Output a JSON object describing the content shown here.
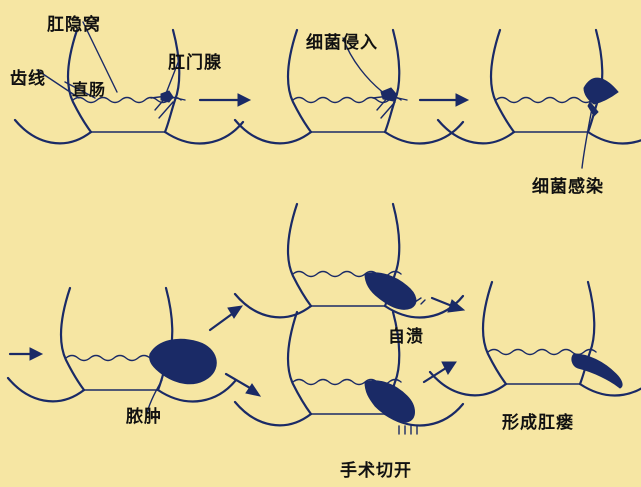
{
  "colors": {
    "background": "#f6e6a3",
    "ink": "#1a2a66",
    "text": "#111111"
  },
  "stages": [
    {
      "id": "normal",
      "labels": {
        "anal_crypt": "肛隐窝",
        "dentate_line": "齿线",
        "rectum": "直肠",
        "anal_gland": "肛门腺"
      }
    },
    {
      "id": "invasion",
      "labels": {
        "caption": "细菌侵入"
      }
    },
    {
      "id": "infection",
      "labels": {
        "caption": "细菌感染"
      }
    },
    {
      "id": "abscess",
      "labels": {
        "caption": "脓肿"
      }
    },
    {
      "id": "rupture",
      "labels": {
        "caption": "自溃"
      }
    },
    {
      "id": "incision",
      "labels": {
        "caption": "手术切开"
      }
    },
    {
      "id": "fistula",
      "labels": {
        "caption": "形成肛瘘"
      }
    }
  ]
}
